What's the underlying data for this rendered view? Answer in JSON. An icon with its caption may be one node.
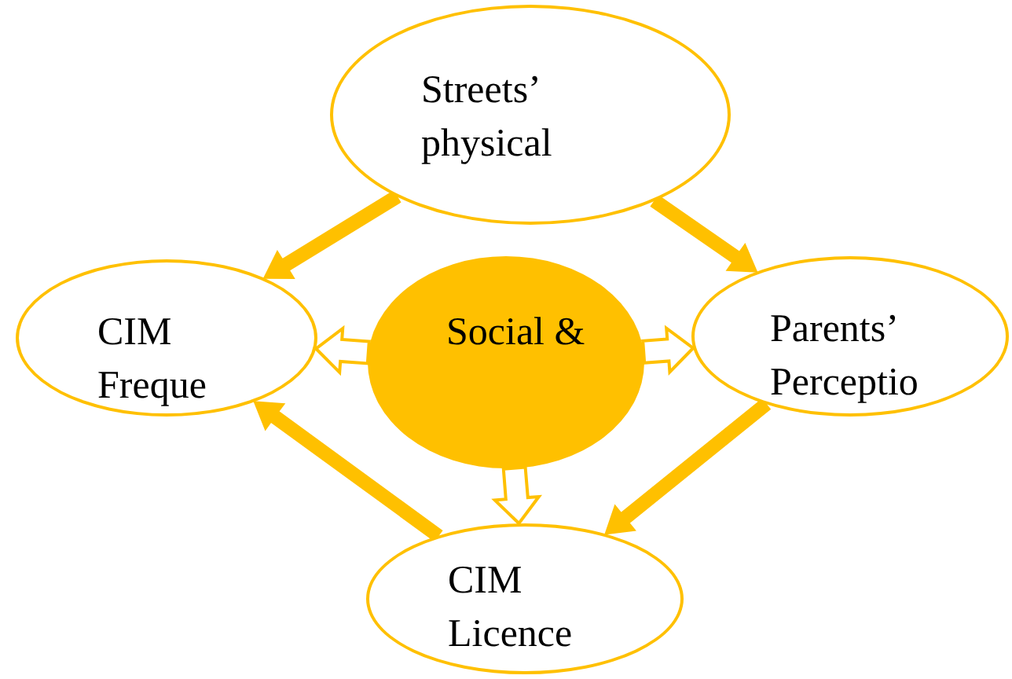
{
  "diagram": {
    "nodes": [
      {
        "text": [
          "Streets’ physical"
        ]
      },
      {
        "text": [
          "CIM Freque"
        ]
      },
      {
        "text": [
          "Social &"
        ]
      },
      {
        "text": [
          "Parents’ Perceptio"
        ]
      },
      {
        "text": [
          "CIM Licence"
        ]
      }
    ],
    "edges": [
      {
        "from": 0,
        "to": 1,
        "arrow": "to",
        "style": "thick"
      },
      {
        "from": 0,
        "to": 3,
        "arrow": "to",
        "style": "thick"
      },
      {
        "from": 2,
        "to": 1,
        "arrow": "to"
      },
      {
        "from": 2,
        "to": 3,
        "arrow": "to"
      },
      {
        "from": 2,
        "to": 4,
        "arrow": "to"
      },
      {
        "from": 3,
        "to": 4,
        "arrow": "to",
        "style": "thick"
      },
      {
        "from": 4,
        "to": 1,
        "arrow": "to",
        "style": "thick"
      }
    ]
  }
}
